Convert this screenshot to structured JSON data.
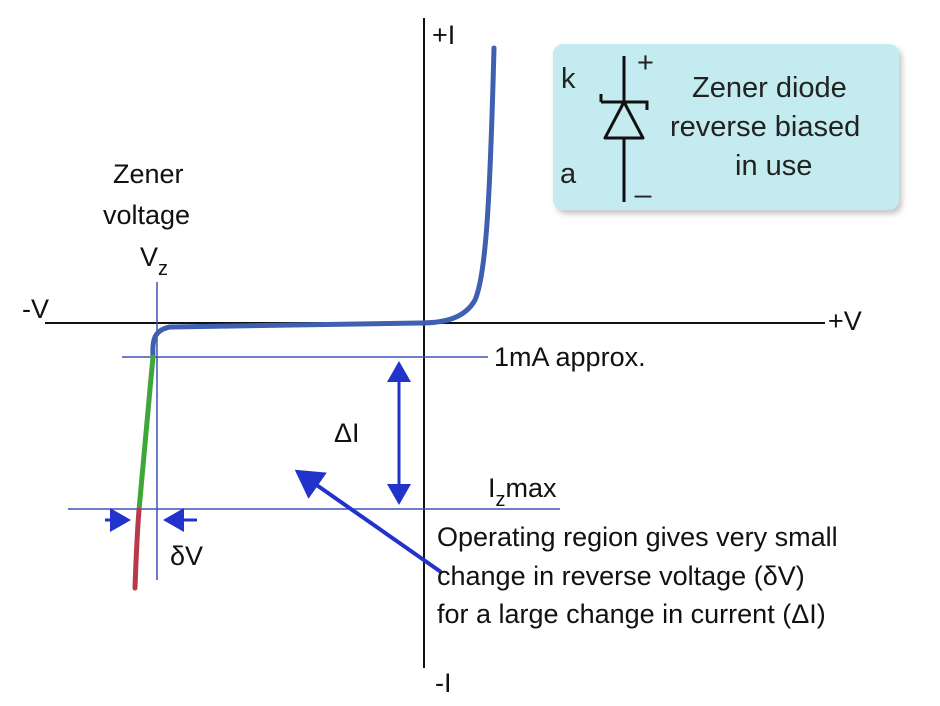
{
  "axes": {
    "pos_current": "+I",
    "neg_current": "-I",
    "pos_voltage": "+V",
    "neg_voltage": "-V"
  },
  "zener_voltage": {
    "line1": "Zener",
    "line2": "voltage",
    "symbol": "V",
    "subscript": "z"
  },
  "labels": {
    "min_current": "1mA approx.",
    "max_current_prefix": "I",
    "max_current_sub": "z",
    "max_current_suffix": "max",
    "delta_current": "ΔI",
    "delta_voltage": "δV"
  },
  "annotation": {
    "line1": "Operating region gives very small",
    "line2": "change in reverse voltage (δV)",
    "line3": "for a large change in current (ΔI)"
  },
  "legend": {
    "cathode": "k",
    "anode": "a",
    "plus": "+",
    "minus": "_",
    "line1": "Zener diode",
    "line2": "reverse biased",
    "line3": "in use",
    "background": "#c4ecf0"
  },
  "colors": {
    "curve": "#3f5fb0",
    "arrows": "#2233cc",
    "guides": "#3d52b8",
    "operating_segment": "#3fa63a",
    "over_limit_segment": "#b8394a"
  }
}
